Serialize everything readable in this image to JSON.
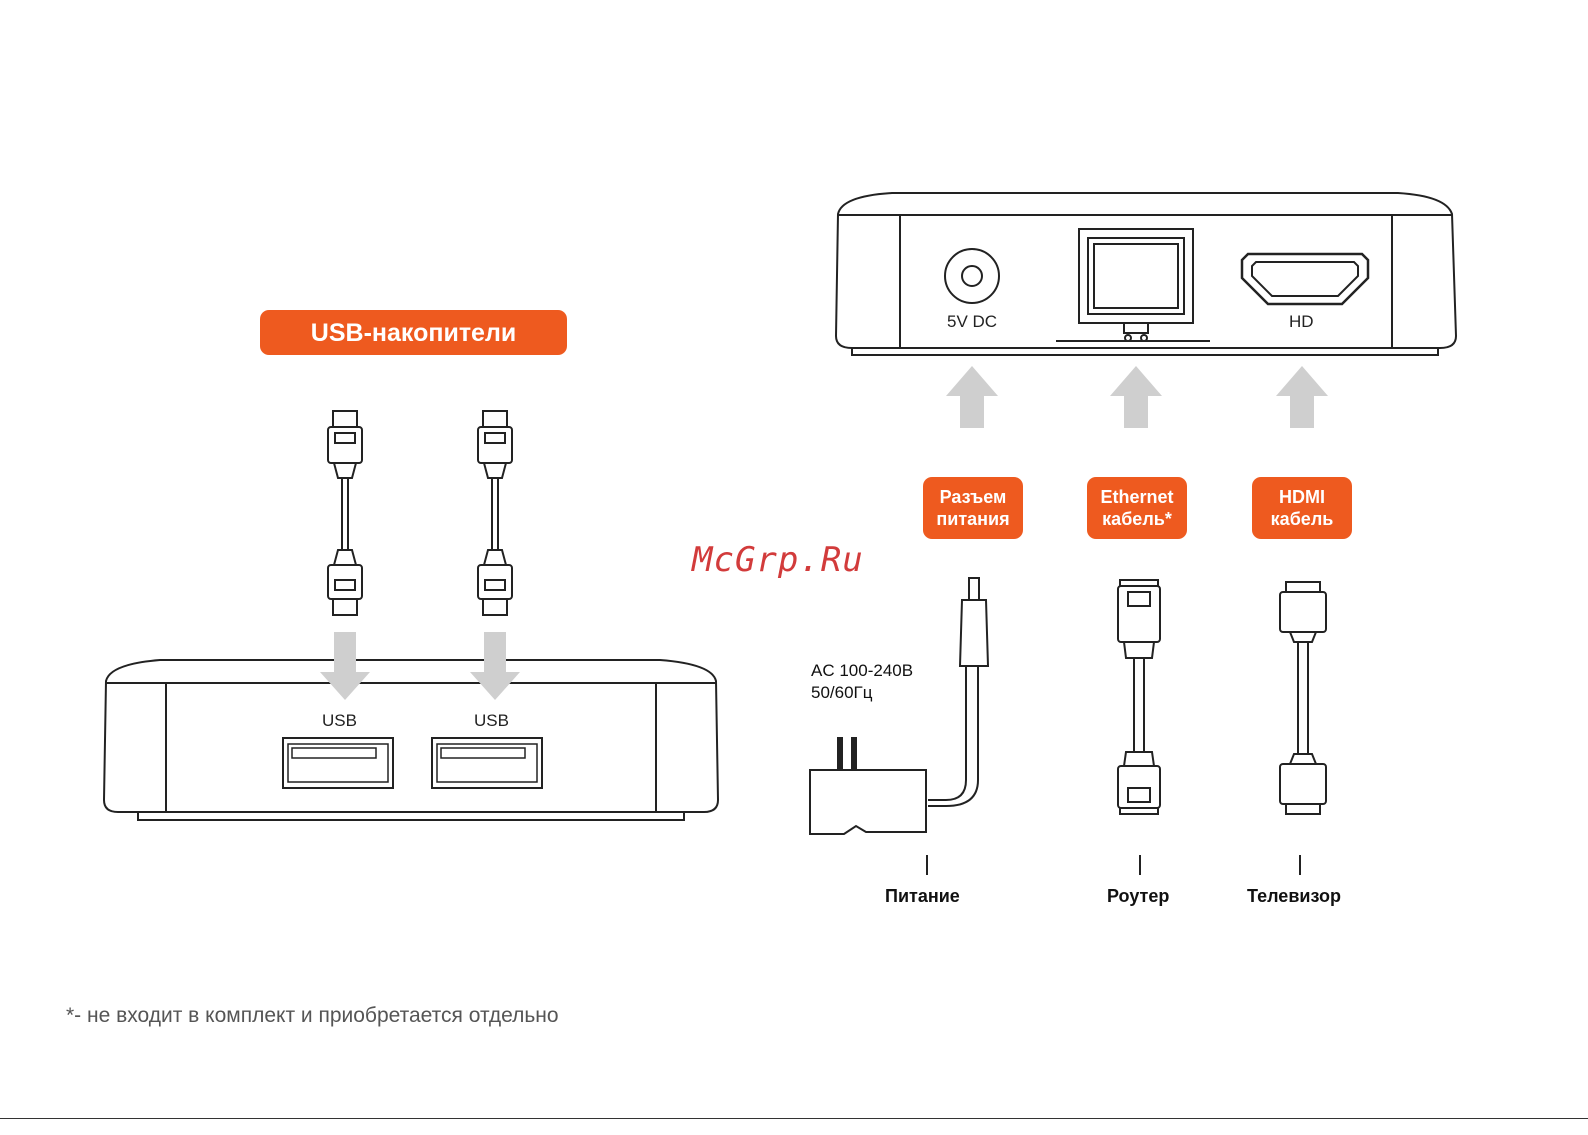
{
  "left_panel": {
    "usb_drives_badge": "USB-накопители",
    "usb_port_labels": [
      "USB",
      "USB"
    ]
  },
  "right_panel": {
    "port_labels": {
      "power": "5V DC",
      "hdmi": "HD"
    },
    "cable_badges": [
      {
        "line1": "Разъем",
        "line2": "питания"
      },
      {
        "line1": "Ethernet",
        "line2": "кабель*"
      },
      {
        "line1": "HDMI",
        "line2": "кабель"
      }
    ],
    "adapter_spec_line1": "AC 100-240В",
    "adapter_spec_line2": "50/60Гц",
    "destinations": [
      "Питание",
      "Роутер",
      "Телевизор"
    ]
  },
  "watermark": "McGrp.Ru",
  "footnote": "*- не входит в комплект и приобретается отдельно",
  "colors": {
    "accent": "#ee5a1f",
    "arrow": "#cfcfcf",
    "line": "#222222"
  }
}
